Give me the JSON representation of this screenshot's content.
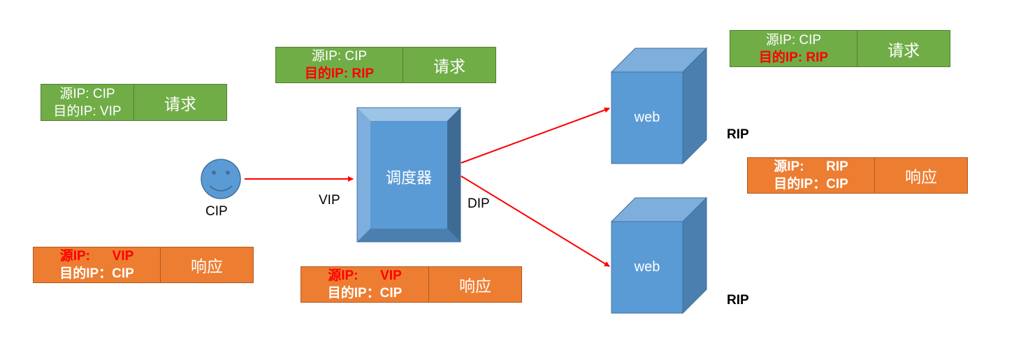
{
  "colors": {
    "request": "#70ad47",
    "response": "#ed7d31",
    "node": "#5b9bd5",
    "arrow": "#ff0000"
  },
  "client": {
    "label": "CIP",
    "icon": "smiley-face-icon"
  },
  "director": {
    "label": "调度器",
    "vip_label": "VIP",
    "dip_label": "DIP"
  },
  "servers": [
    {
      "label": "web",
      "rip_label": "RIP"
    },
    {
      "label": "web",
      "rip_label": "RIP"
    }
  ],
  "packets": {
    "client_request": {
      "src": "源IP: CIP",
      "dst": "目的IP: VIP",
      "action": "请求"
    },
    "director_request": {
      "src": "源IP: CIP",
      "dst": "目的IP: RIP",
      "action": "请求"
    },
    "server_request": {
      "src": "源IP: CIP",
      "dst": "目的IP: RIP",
      "action": "请求"
    },
    "server_response": {
      "src": "源IP:      RIP",
      "dst": "目的IP：CIP",
      "action": "响应"
    },
    "director_response": {
      "src": "源IP:      VIP",
      "dst": "目的IP：CIP",
      "action": "响应"
    },
    "client_response": {
      "src": "源IP:      VIP",
      "dst": "目的IP：CIP",
      "action": "响应"
    }
  }
}
